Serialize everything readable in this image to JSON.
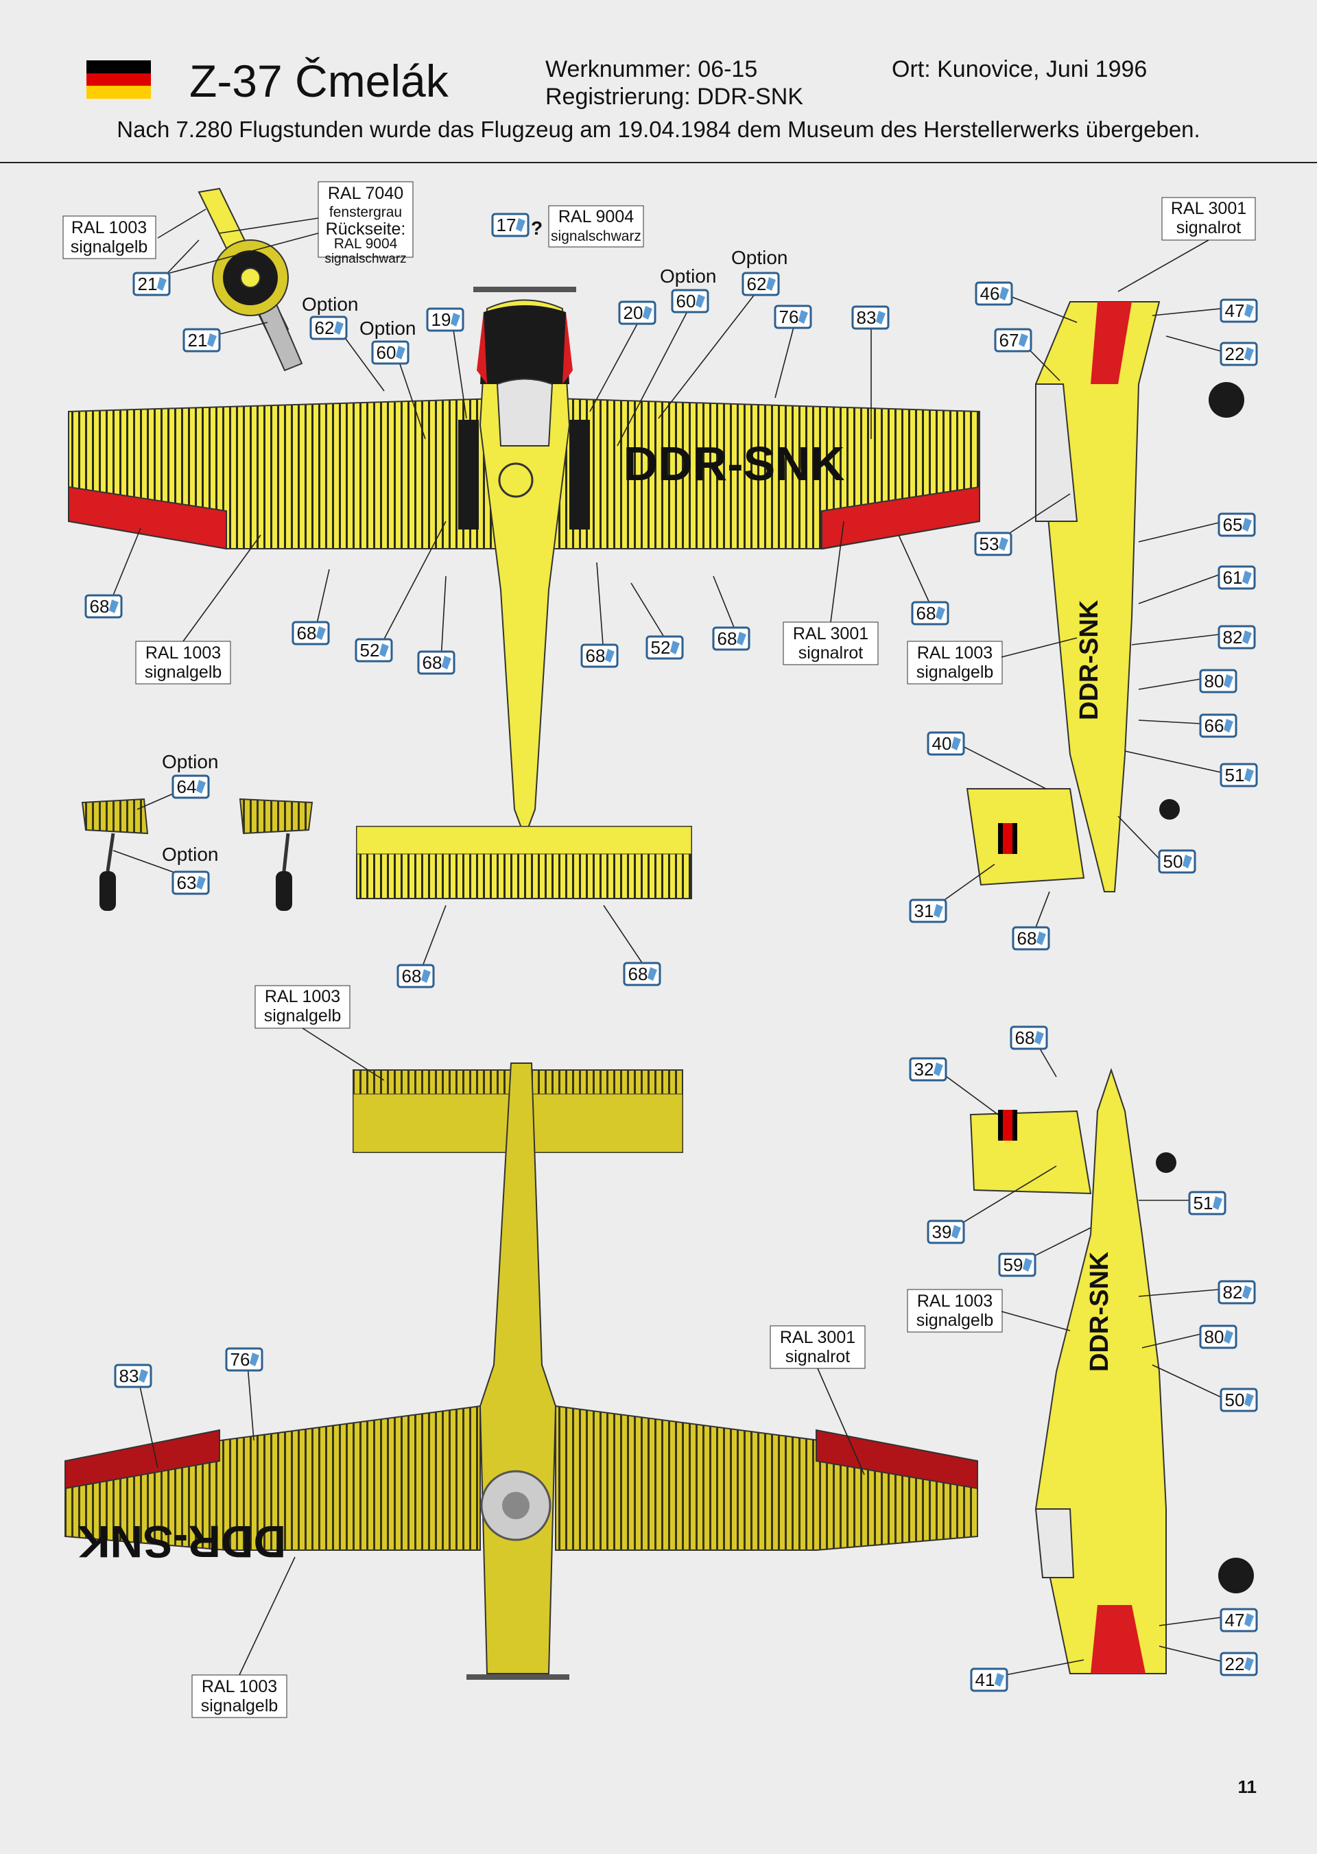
{
  "header": {
    "title": "Z-37 Čmelák",
    "werknummer": "Werknummer: 06-15",
    "registrierung": "Registrierung: DDR-SNK",
    "ort": "Ort: Kunovice, Juni 1996",
    "note": "Nach 7.280 Flugstunden wurde das Flugzeug am 19.04.1984 dem Museum des Herstellerwerks übergeben."
  },
  "flag_colors": [
    "#000000",
    "#dd0000",
    "#ffce00"
  ],
  "colors": {
    "yellow": "#f2ea45",
    "yellow_dark": "#d8c92a",
    "red": "#d91c20",
    "black": "#1a1a1a",
    "callout": "#2d5f8f"
  },
  "aircraft_reg": "DDR-SNK",
  "paint": {
    "ral7040": [
      "RAL 7040",
      "fenstergrau",
      "Rückseite:",
      "RAL 9004",
      "signalschwarz"
    ],
    "ral1003_prop": [
      "RAL 1003",
      "signalgelb"
    ],
    "ral9004": [
      "RAL 9004",
      "signalschwarz"
    ],
    "ral3001_side": [
      "RAL 3001",
      "signalrot"
    ],
    "ral3001_top": [
      "RAL 3001",
      "signalrot"
    ],
    "ral1003_top": [
      "RAL 1003",
      "signalgelb"
    ],
    "ral1003_side": [
      "RAL 1003",
      "signalgelb"
    ],
    "ral1003_bottom_tail": [
      "RAL 1003",
      "signalgelb"
    ],
    "ral3001_bottom": [
      "RAL 3001",
      "signalrot"
    ],
    "ral1003_bottom": [
      "RAL 1003",
      "signalgelb"
    ],
    "ral1003_side2": [
      "RAL 1003",
      "signalgelb"
    ]
  },
  "option_labels": [
    "Option",
    "Option",
    "Option",
    "Option",
    "Option",
    "Option"
  ],
  "question_mark": "?",
  "callouts": [
    "21",
    "21",
    "17",
    "19",
    "62",
    "60",
    "20",
    "60",
    "62",
    "76",
    "83",
    "46",
    "67",
    "47",
    "22",
    "53",
    "65",
    "61",
    "82",
    "80",
    "66",
    "40",
    "51",
    "50",
    "31",
    "68",
    "68",
    "68",
    "52",
    "68",
    "68",
    "52",
    "68",
    "68",
    "64",
    "63",
    "68",
    "68",
    "68",
    "32",
    "39",
    "59",
    "51",
    "82",
    "80",
    "50",
    "83",
    "76",
    "47",
    "22",
    "41"
  ],
  "page_number": "11"
}
